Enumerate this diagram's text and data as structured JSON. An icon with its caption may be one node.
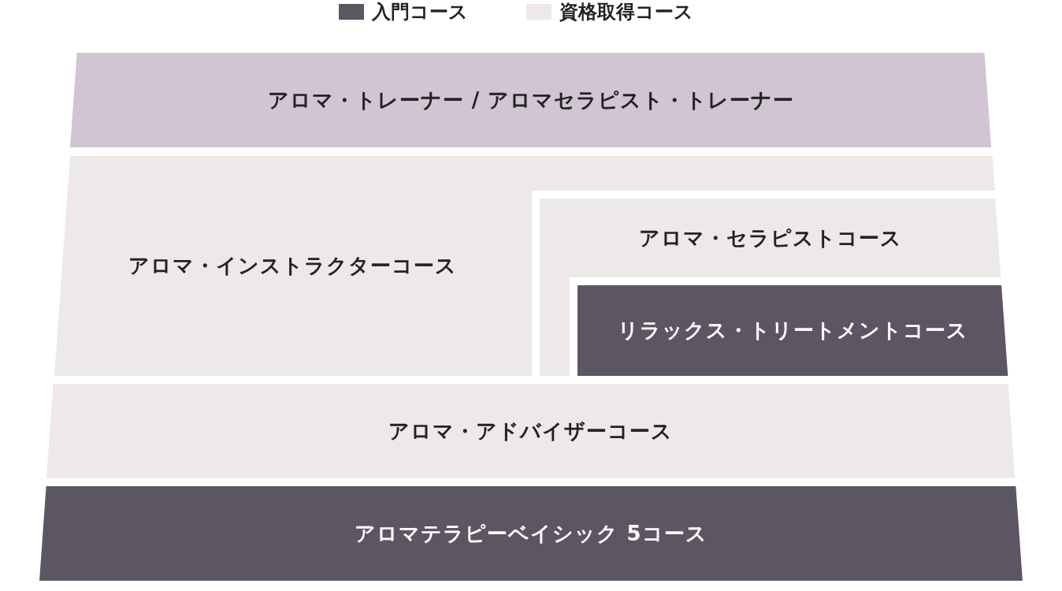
{
  "diagram": {
    "nodes": [
      {
        "text": [
          "アロマ・トレーナー / アロマセラピスト・トレーナー"
        ]
      },
      {
        "text": [
          "アロマ・インストラクターコース"
        ]
      },
      {
        "text": [
          "アロマ・セラピストコース"
        ],
        "in": 1
      },
      {
        "text": [
          "リラックス・トリートメントコース"
        ],
        "in": 2
      },
      {
        "text": [
          "アロマ・アドバイザーコース"
        ]
      },
      {
        "text": [
          "アロマテラピーベイシック 5コース"
        ]
      }
    ],
    "edges": [],
    "legend": [
      {
        "text": "入門コース",
        "color": "#5c5663"
      },
      {
        "text": "資格取得コース",
        "color": "#ede9e9"
      }
    ]
  }
}
